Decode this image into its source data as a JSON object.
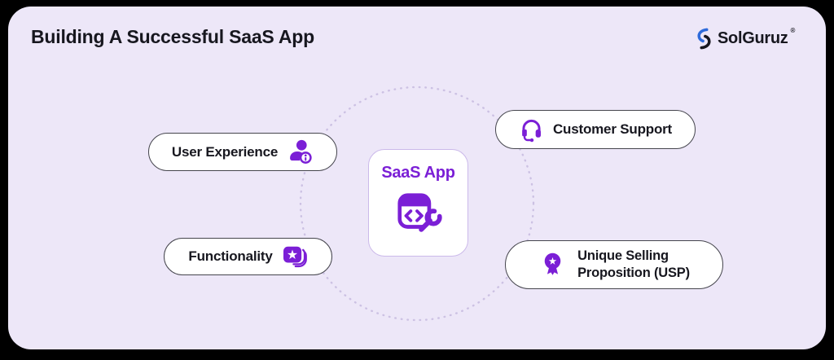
{
  "header": {
    "title": "Building A Successful SaaS App",
    "logo": {
      "text": "SolGuruz",
      "registered": "®",
      "icon": "solguruz-logo-icon"
    }
  },
  "center": {
    "label": "SaaS App",
    "icon": "code-window-wrench-icon"
  },
  "nodes": [
    {
      "id": "user-experience",
      "label": "User Experience",
      "icon": "user-info-icon",
      "icon_side": "right"
    },
    {
      "id": "customer-support",
      "label": "Customer Support",
      "icon": "headset-icon",
      "icon_side": "left"
    },
    {
      "id": "functionality",
      "label": "Functionality",
      "icon": "layers-star-icon",
      "icon_side": "right"
    },
    {
      "id": "unique-selling-proposition",
      "label": "Unique Selling Proposition (USP)",
      "label_lines": [
        "Unique Selling",
        "Proposition (USP)"
      ],
      "icon": "medal-star-icon",
      "icon_side": "left"
    }
  ],
  "decoration": {
    "dotted_circle": true
  },
  "colors": {
    "background": "#EDE7F8",
    "frame": "#000000",
    "accent_purple": "#7B1FD6",
    "text_dark": "#17171F",
    "pill_border": "#45454D",
    "pill_bg": "#FFFFFF",
    "card_border": "#CBB9EA",
    "dotted_circle": "#CCC1E3",
    "logo_blue": "#2F6BDB"
  }
}
